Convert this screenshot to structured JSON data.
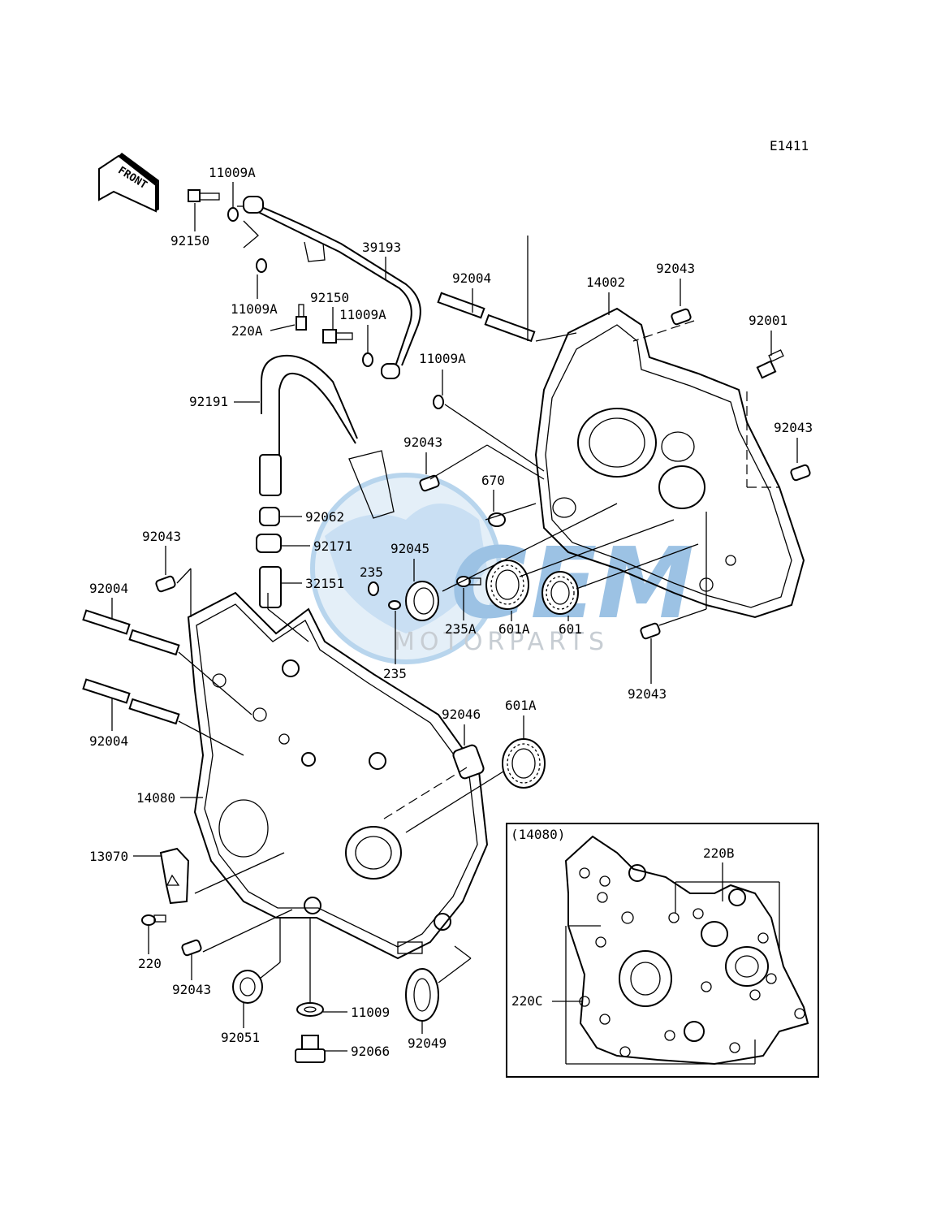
{
  "diagram_code": "E1411",
  "front_label": "FRONT",
  "watermark": {
    "main": "GEM",
    "sub": "MOTORPARTS",
    "color": "#5aa0d8"
  },
  "callouts": {
    "c_11009A_top": "11009A",
    "c_92150_top": "92150",
    "c_39193": "39193",
    "c_11009A_2": "11009A",
    "c_92150_mid": "92150",
    "c_220A": "220A",
    "c_11009A_3": "11009A",
    "c_11009A_4": "11009A",
    "c_92004_r": "92004",
    "c_14002": "14002",
    "c_92043_tr": "92043",
    "c_92001": "92001",
    "c_92043_r": "92043",
    "c_92191": "92191",
    "c_92043_m": "92043",
    "c_670": "670",
    "c_92062": "92062",
    "c_92171": "92171",
    "c_92045": "92045",
    "c_235_a": "235",
    "c_32151": "32151",
    "c_92043_l": "92043",
    "c_92004_l1": "92004",
    "c_235A": "235A",
    "c_601A_m": "601A",
    "c_601": "601",
    "c_235_b": "235",
    "c_92043_br": "92043",
    "c_92004_l2": "92004",
    "c_92046": "92046",
    "c_601A_b": "601A",
    "c_14080": "14080",
    "c_13070": "13070",
    "c_220": "220",
    "c_92043_bl": "92043",
    "c_92051": "92051",
    "c_11009": "11009",
    "c_92066": "92066",
    "c_92049": "92049"
  },
  "inset": {
    "title": "(14080)",
    "label_220B": "220B",
    "label_220C": "220C"
  }
}
